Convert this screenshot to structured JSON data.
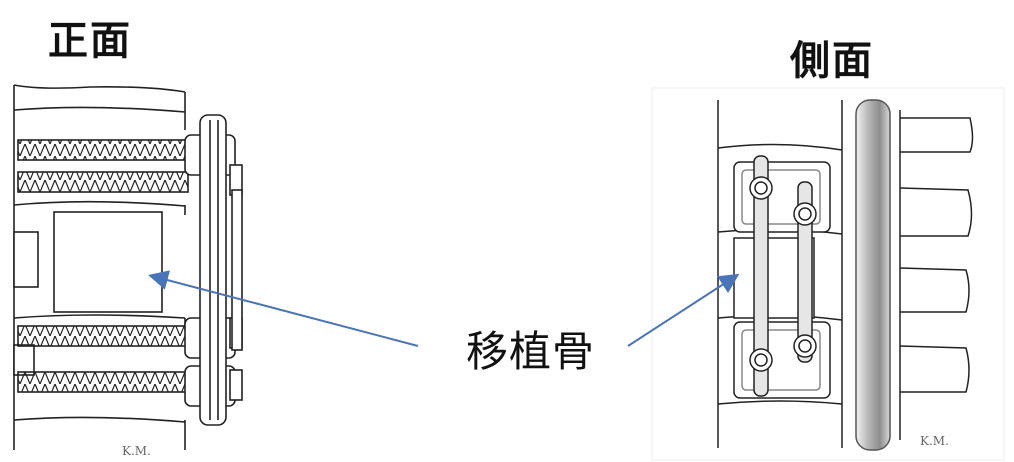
{
  "titles": {
    "front": "正面",
    "side": "側面"
  },
  "callout": {
    "label": "移植骨"
  },
  "signatures": {
    "front": "K.M.",
    "side": "K.M."
  },
  "colors": {
    "arrow": "#4a74b8",
    "line": "#222222",
    "shade": "#9a9a9a"
  }
}
